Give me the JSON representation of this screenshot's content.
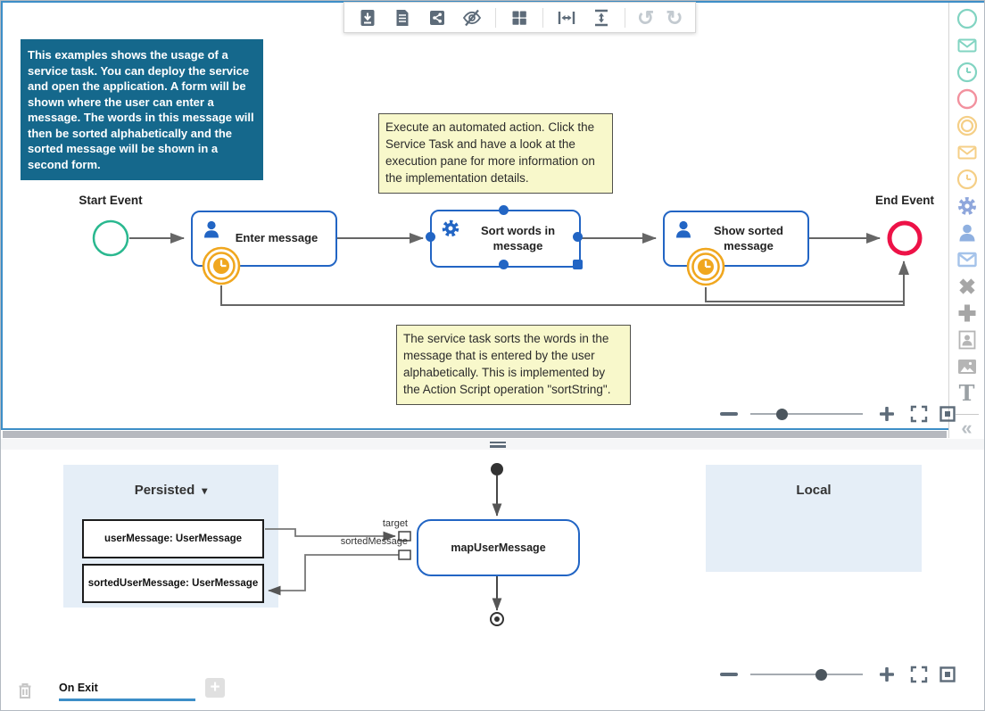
{
  "toolbar": {
    "icons": [
      "download-document",
      "document",
      "share",
      "hide-decorators",
      "grid-layout",
      "fit-width",
      "fit-height",
      "undo",
      "redo"
    ]
  },
  "glyphs": {
    "undo": "↺",
    "redo": "↻",
    "collapse": "«",
    "dropdown_caret": "▾",
    "text_tool": "T",
    "plus": "+"
  },
  "canvas": {
    "info_box": "This examples shows the usage of a service task. You can deploy the service and open the application. A form will be shown where the user can enter a message. The words in this message will then be sorted alphabetically and the sorted message will be shown in a second form.",
    "notes": [
      "Execute an automated action. Click the Service Task and have a look at the execution pane for more information on the implementation details.",
      "The service task sorts the words in the message that is entered by the user alphabetically. This is implemented by the Action Script operation \"sortString\"."
    ],
    "start_label": "Start Event",
    "end_label": "End Event",
    "tasks": [
      {
        "label": "Enter message",
        "type": "user-task"
      },
      {
        "label": "Sort words in message",
        "type": "service-task",
        "selected": true
      },
      {
        "label": "Show sorted message",
        "type": "user-task"
      }
    ]
  },
  "zoom_sliders": {
    "top_position": "28%",
    "bottom_position": "63%"
  },
  "mapping": {
    "persisted_title": "Persisted",
    "local_title": "Local",
    "variables": [
      {
        "label": "userMessage: UserMessage"
      },
      {
        "label": "sortedUserMessage: UserMessage"
      }
    ],
    "node_label": "mapUserMessage",
    "wire_labels": {
      "target": "target",
      "sorted": "sortedMessage"
    }
  },
  "footer": {
    "tab": "On Exit"
  },
  "colors": {
    "frame_blue": "#3d8ec7",
    "task_blue": "#2265c4",
    "start_green": "#2ab88f",
    "end_red": "#ed1247",
    "boundary_orange": "#f0a71f",
    "note_yellow": "#f8f8cb",
    "info_blue": "#15688c",
    "panel_blue": "#e5eef7",
    "connector_gray": "#666666",
    "toolbar_icon": "#5d6b79"
  }
}
